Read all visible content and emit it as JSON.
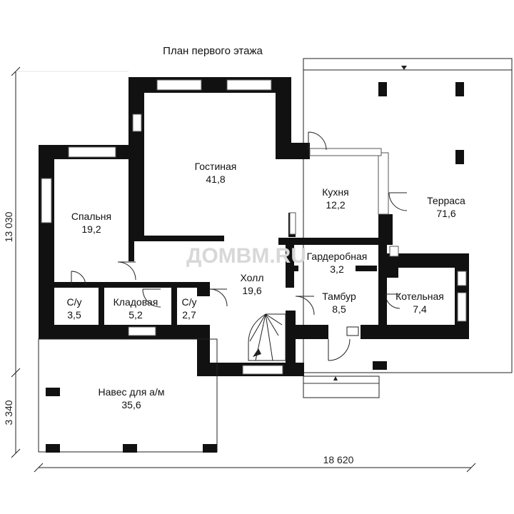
{
  "title": "План первого этажа",
  "watermark": "ДОМВМ.RU",
  "dimensions": {
    "width_total": "18 620",
    "height_main": "13 030",
    "height_carport": "3 340"
  },
  "rooms": [
    {
      "name": "Гостиная",
      "area": "41,8"
    },
    {
      "name": "Кухня",
      "area": "12,2"
    },
    {
      "name": "Терраса",
      "area": "71,6"
    },
    {
      "name": "Спальня",
      "area": "19,2"
    },
    {
      "name": "Гардеробная",
      "area": "3,2"
    },
    {
      "name": "Холл",
      "area": "19,6"
    },
    {
      "name": "С/у",
      "area": "3,5"
    },
    {
      "name": "Кладовая",
      "area": "5,2"
    },
    {
      "name": "С/у",
      "area": "2,7"
    },
    {
      "name": "Тамбур",
      "area": "8,5"
    },
    {
      "name": "Котельная",
      "area": "7,4"
    },
    {
      "name": "Навес для а/м",
      "area": "35,6"
    }
  ]
}
